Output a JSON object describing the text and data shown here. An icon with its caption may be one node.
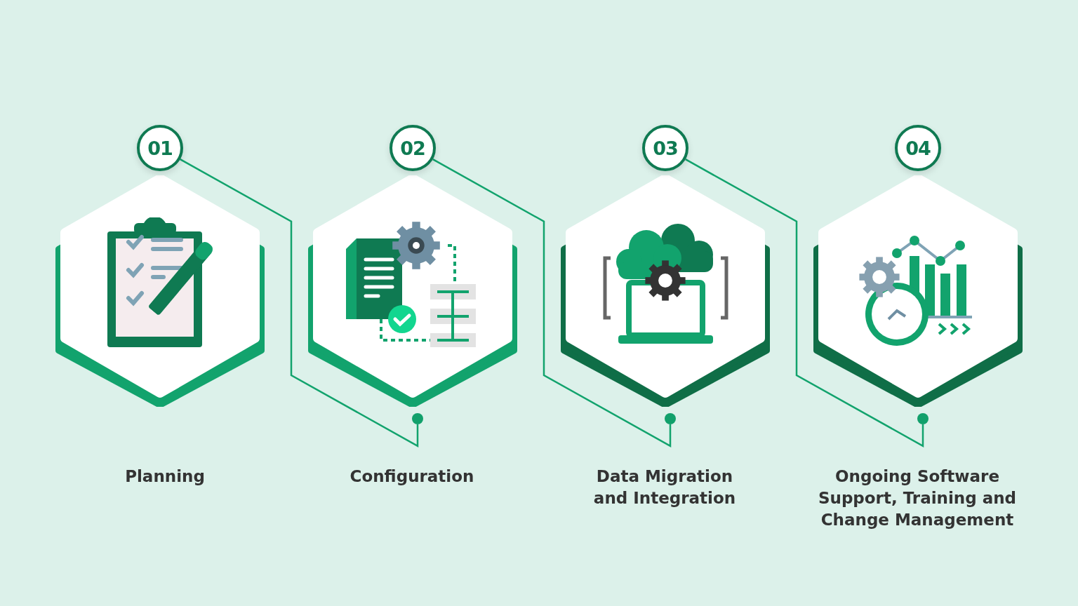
{
  "diagram": {
    "nodes": [
      {
        "text": [
          "01"
        ]
      },
      {
        "text": [],
        "shape": "picture"
      },
      {
        "text": [
          "02"
        ]
      },
      {
        "text": [],
        "shape": "picture"
      },
      {
        "text": [],
        "shape": "circle"
      },
      {
        "text": [
          "03"
        ]
      },
      {
        "text": [],
        "shape": "picture"
      },
      {
        "text": [],
        "shape": "circle"
      },
      {
        "text": [
          "04"
        ]
      },
      {
        "text": [],
        "shape": "picture"
      },
      {
        "text": [],
        "shape": "circle"
      }
    ],
    "edges": [
      {
        "from": 0,
        "to": 4,
        "arrow": "none"
      },
      {
        "from": 2,
        "to": 7,
        "arrow": "none"
      },
      {
        "from": 5,
        "to": 10,
        "arrow": "none"
      }
    ],
    "labels": [
      "Planning",
      "Configuration",
      "Data Migration and Integration",
      "Ongoing Software Support, Training and Change Management"
    ]
  }
}
